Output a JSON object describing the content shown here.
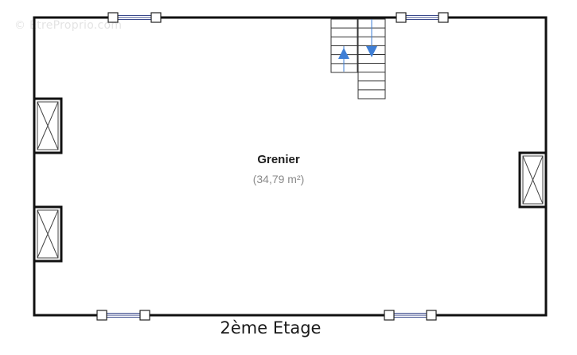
{
  "watermark": "© EtreProprio.com",
  "room": {
    "name": "Grenier",
    "area": "(34,79 m²)"
  },
  "floor_label": "2ème Etage",
  "colors": {
    "wall": "#111111",
    "window": "#3b4a8c",
    "stair_arrow": "#3f7fd6",
    "watermark": "#e4e4e4",
    "area_text": "#8a8a8a"
  }
}
